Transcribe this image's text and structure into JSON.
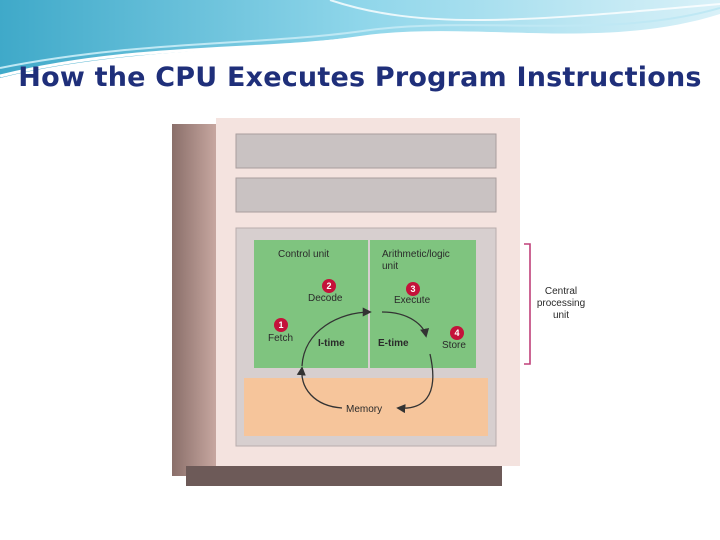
{
  "slide": {
    "title": "How the CPU Executes Program Instructions"
  },
  "diagram": {
    "control_unit": "Control unit",
    "alu": [
      "Arithmetic/logic",
      "unit"
    ],
    "cpu_label": [
      "Central",
      "processing",
      "unit"
    ],
    "steps": [
      {
        "num": "1",
        "label": "Fetch"
      },
      {
        "num": "2",
        "label": "Decode"
      },
      {
        "num": "3",
        "label": "Execute"
      },
      {
        "num": "4",
        "label": "Store"
      }
    ],
    "itime": "I-time",
    "etime": "E-time",
    "memory": "Memory"
  },
  "colors": {
    "title": "#1f2f7a",
    "wave": "#5fc0dc",
    "cpu_green": "#7fc47f",
    "memory_orange": "#f6c59b",
    "badge": "#c4123a",
    "bracket": "#c0407a"
  }
}
